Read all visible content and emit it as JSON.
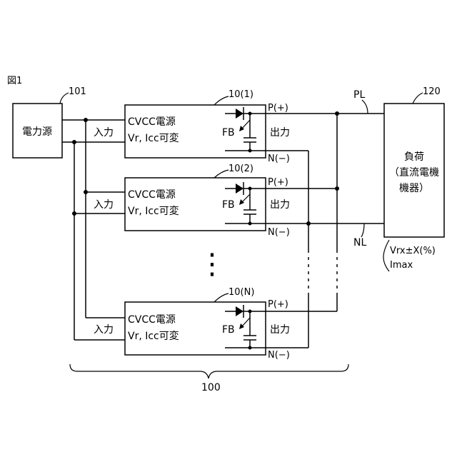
{
  "figure_label": "図1",
  "power_source": {
    "ref": "101",
    "label": "電力源"
  },
  "load": {
    "ref": "120",
    "lines": [
      "負荷",
      "（直流電機",
      "機器）"
    ],
    "spec_lines": [
      "Vrx±X(%)",
      "Imax"
    ]
  },
  "group_ref": "100",
  "lines": {
    "positive": "PL",
    "negative": "NL"
  },
  "units": [
    {
      "ref": "10(1)",
      "title": "CVCC電源",
      "subtitle": "Vr, Icc可変",
      "input": "入力",
      "output": "出力",
      "fb": "FB",
      "p_terminal": "P(+)",
      "n_terminal": "N(−)"
    },
    {
      "ref": "10(2)",
      "title": "CVCC電源",
      "subtitle": "Vr, Icc可変",
      "input": "入力",
      "output": "出力",
      "fb": "FB",
      "p_terminal": "P(+)",
      "n_terminal": "N(−)"
    },
    {
      "ref": "10(N)",
      "title": "CVCC電源",
      "subtitle": "Vr, Icc可変",
      "input": "入力",
      "output": "出力",
      "fb": "FB",
      "p_terminal": "P(+)",
      "n_terminal": "N(−)"
    }
  ],
  "ellipsis": "⋮"
}
